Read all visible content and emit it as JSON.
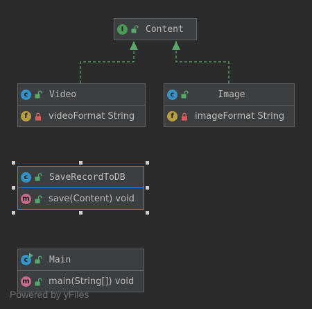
{
  "nodes": {
    "content": {
      "name": "Content",
      "kind": "interface",
      "access": "public"
    },
    "video": {
      "name": "Video",
      "kind": "class",
      "members": [
        {
          "kind": "field",
          "access": "private",
          "text": "videoFormat String"
        }
      ]
    },
    "image": {
      "name": "Image",
      "kind": "class",
      "members": [
        {
          "kind": "field",
          "access": "private",
          "text": "imageFormat String"
        }
      ]
    },
    "save_record": {
      "name": "SaveRecordToDB",
      "kind": "class",
      "selected": true,
      "members": [
        {
          "kind": "method",
          "access": "public",
          "text": "save(Content) void"
        }
      ]
    },
    "main": {
      "name": "Main",
      "kind": "class",
      "runnable": true,
      "members": [
        {
          "kind": "method",
          "access": "public",
          "text": "main(String[]) void"
        }
      ]
    }
  },
  "icons": {
    "class_letter": "c",
    "interface_letter": "I",
    "field_letter": "f",
    "method_letter": "m"
  },
  "edges": [
    {
      "from": "Video",
      "to": "Content",
      "type": "implements"
    },
    {
      "from": "Image",
      "to": "Content",
      "type": "implements"
    }
  ],
  "watermark": "Powered by yFiles",
  "colors": {
    "background": "#2b2b2b",
    "node_fill": "#3c3f41",
    "node_border": "#5f6163",
    "selected_border": "#4a88c7",
    "edge": "#59a869",
    "class_icon": "#3592c4",
    "interface_icon": "#499c54",
    "field_icon": "#b99b40",
    "method_icon": "#c66b8c",
    "public_lock": "#59a869",
    "private_lock": "#db5c5c",
    "text": "#bbbbbb"
  }
}
